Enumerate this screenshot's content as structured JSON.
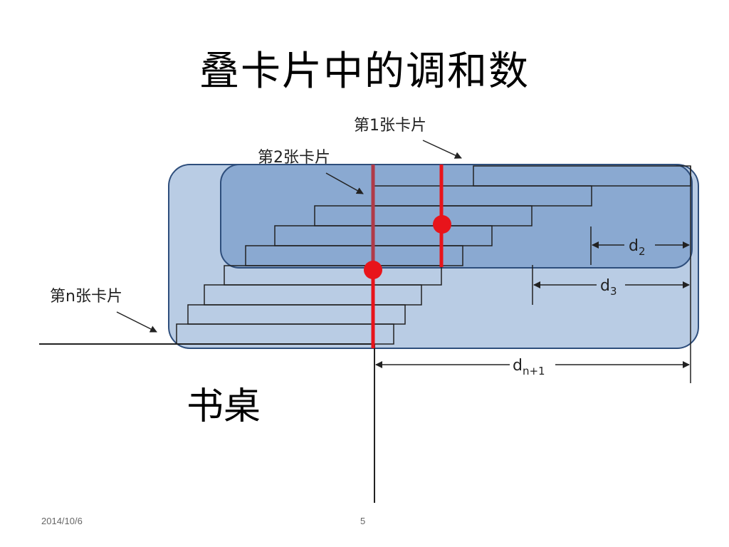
{
  "slide": {
    "title": "叠卡片中的调和数",
    "date": "2014/10/6",
    "page_number": "5"
  },
  "diagram": {
    "labels": {
      "card_1": "第1张卡片",
      "card_2": "第2张卡片",
      "card_n": "第n张卡片",
      "desk": "书桌"
    },
    "dimensions": {
      "d2_base": "d",
      "d2_sub": "2",
      "d3_base": "d",
      "d3_sub": "3",
      "dn1_base": "d",
      "dn1_sub": "n+1"
    },
    "colors": {
      "outer_box": "#b9cce4",
      "inner_box": "#8aa9d1",
      "box_stroke": "#2e4e7c",
      "center_line": "#e8141b",
      "center_line_inner": "#b03a48"
    }
  }
}
